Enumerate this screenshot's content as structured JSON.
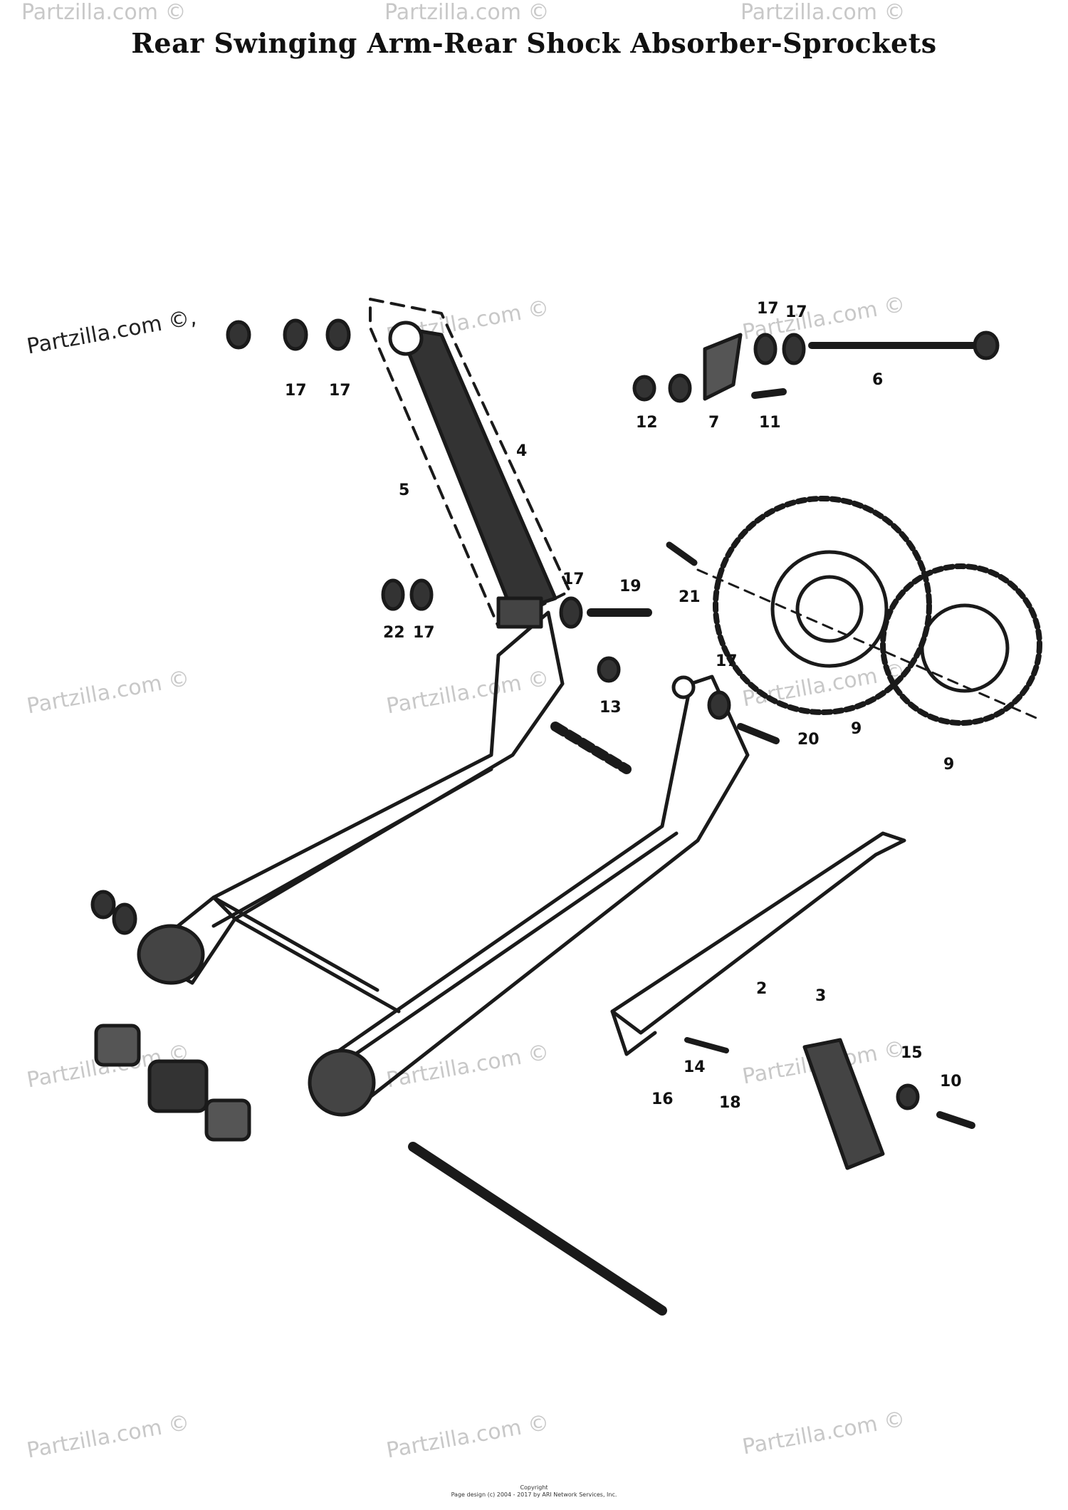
{
  "title": "Rear Swinging Arm-Rear Shock Absorber-Sprockets",
  "watermark": "Partzilla.com ©",
  "watermark_dark": "Partzilla.com ©,",
  "footer": {
    "line1": "Copyright",
    "line2": "Page design (c) 2004 - 2017 by ARI Network Services, Inc."
  },
  "callouts": {
    "c17a": "17",
    "c17b": "17",
    "c17c": "17",
    "c17d": "17",
    "c17e": "17",
    "c17f": "17",
    "c17g": "17",
    "c12": "12",
    "c7": "7",
    "c11": "11",
    "c6": "6",
    "c4": "4",
    "c5": "5",
    "c22": "22",
    "c19": "19",
    "c21": "21",
    "c13": "13",
    "c20": "20",
    "c9a": "9",
    "c9b": "9",
    "c2": "2",
    "c3": "3",
    "c14": "14",
    "c15": "15",
    "c16": "16",
    "c18": "18",
    "c10": "10"
  },
  "colors": {
    "ink": "#1a1a1a",
    "watermark": "#c8c8c8"
  }
}
